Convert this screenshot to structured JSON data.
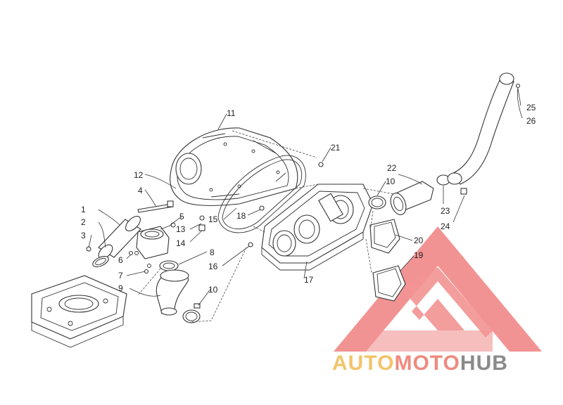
{
  "diagram": {
    "callouts": [
      {
        "id": "c1",
        "label": "1"
      },
      {
        "id": "c2",
        "label": "2"
      },
      {
        "id": "c3",
        "label": "3"
      },
      {
        "id": "c4",
        "label": "4"
      },
      {
        "id": "c5",
        "label": "5"
      },
      {
        "id": "c6",
        "label": "6"
      },
      {
        "id": "c7",
        "label": "7"
      },
      {
        "id": "c8",
        "label": "8"
      },
      {
        "id": "c9",
        "label": "9"
      },
      {
        "id": "c10a",
        "label": "10"
      },
      {
        "id": "c10b",
        "label": "10"
      },
      {
        "id": "c11",
        "label": "11"
      },
      {
        "id": "c12",
        "label": "12"
      },
      {
        "id": "c13",
        "label": "13"
      },
      {
        "id": "c14",
        "label": "14"
      },
      {
        "id": "c15",
        "label": "15"
      },
      {
        "id": "c16",
        "label": "16"
      },
      {
        "id": "c17",
        "label": "17"
      },
      {
        "id": "c18",
        "label": "18"
      },
      {
        "id": "c19",
        "label": "19"
      },
      {
        "id": "c20",
        "label": "20"
      },
      {
        "id": "c21",
        "label": "21"
      },
      {
        "id": "c22",
        "label": "22"
      },
      {
        "id": "c23",
        "label": "23"
      },
      {
        "id": "c24",
        "label": "24"
      },
      {
        "id": "c25",
        "label": "25"
      },
      {
        "id": "c26",
        "label": "26"
      }
    ]
  },
  "watermark": {
    "part1": "AUTO",
    "part2": "MOTO",
    "part3": "HUB",
    "colors": {
      "auto": "#f2c46a",
      "moto": "#ef8a7e",
      "hub": "#8a8a8a",
      "logo": "#ee6f6f"
    }
  }
}
